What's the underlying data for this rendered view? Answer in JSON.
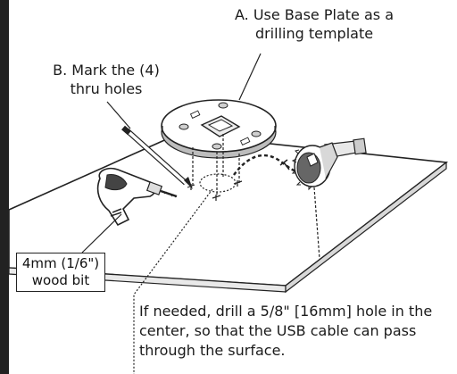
{
  "labels": {
    "a": {
      "line1": "A. Use Base Plate as a",
      "line2": "drilling template"
    },
    "b": {
      "line1": "B. Mark the (4)",
      "line2": "thru holes"
    },
    "bit": {
      "line1": "4mm (1/6\")",
      "line2": "wood bit"
    },
    "note": {
      "line1": "If needed, drill a 5/8\" [16mm] hole in the",
      "line2": "center, so that the USB cable can pass",
      "line3": "through the surface."
    }
  },
  "colors": {
    "line": "#222222",
    "fill_light": "#f2f2f2",
    "fill_mid": "#d9d9d9",
    "fill_dark": "#555555"
  }
}
